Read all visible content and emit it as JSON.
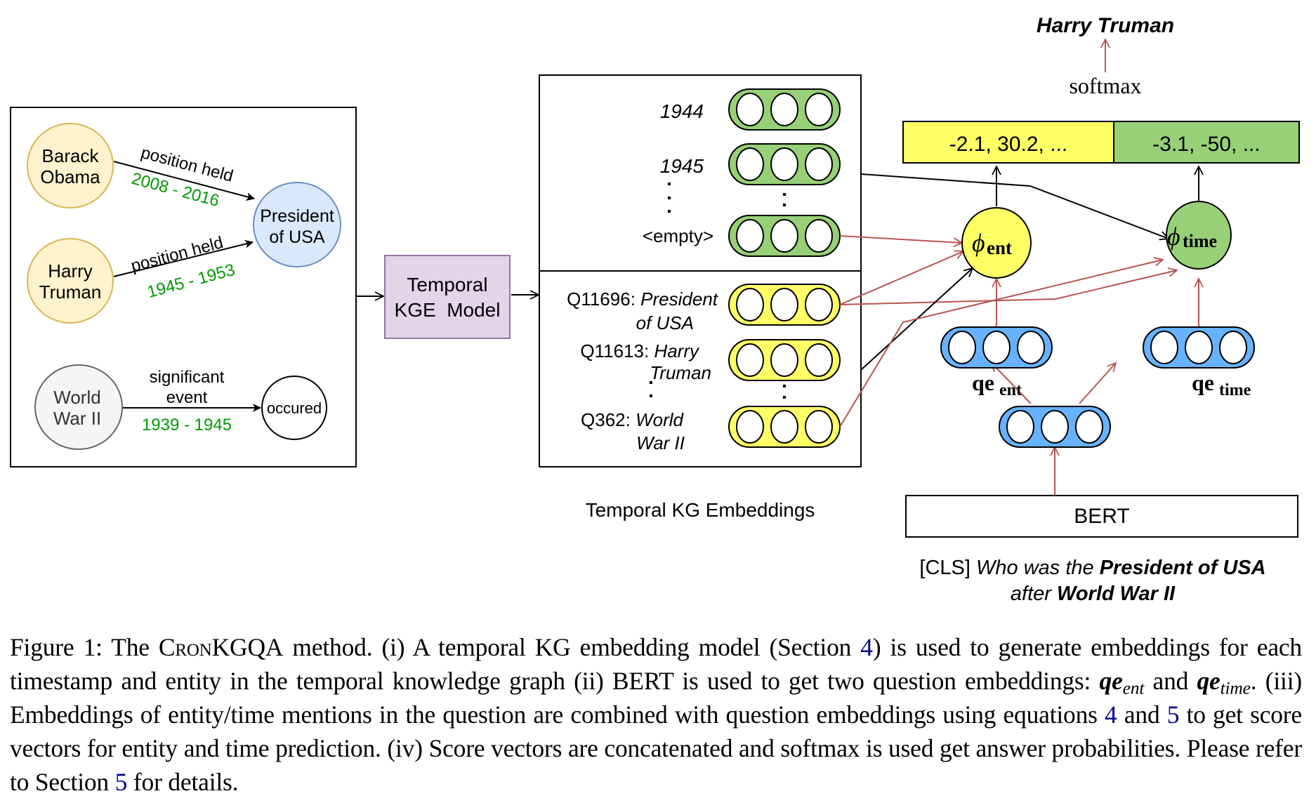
{
  "kg_panel": {
    "nodes": {
      "obama": {
        "line1": "Barack",
        "line2": "Obama"
      },
      "truman": {
        "line1": "Harry",
        "line2": "Truman"
      },
      "president": {
        "line1": "President",
        "line2": "of USA"
      },
      "wwii": {
        "line1": "World",
        "line2": "War II"
      },
      "occured": {
        "label": "occured"
      }
    },
    "edges": {
      "obama_relation": "position held",
      "obama_time": "2008 - 2016",
      "truman_relation": "position held",
      "truman_time": "1945 - 1953",
      "wwii_relation_line1": "significant",
      "wwii_relation_line2": "event",
      "wwii_time": "1939 - 1945"
    }
  },
  "kge_model": {
    "line1": "Temporal",
    "line2": "KGE  Model"
  },
  "embeddings_panel": {
    "caption": "Temporal KG Embeddings",
    "time_rows": [
      {
        "label": "1944"
      },
      {
        "label": "1945"
      },
      {
        "label": "<empty>"
      }
    ],
    "entity_rows": [
      {
        "id": "Q11696:",
        "name_line1": "President",
        "name_line2": "of USA"
      },
      {
        "id": "Q11613:",
        "name_line1": "Harry",
        "name_line2": "Truman"
      },
      {
        "id": "Q362:",
        "name_line1": "World",
        "name_line2": "War II"
      }
    ],
    "ellipsis": ":"
  },
  "scoring": {
    "answer": "Harry Truman",
    "softmax": "softmax",
    "entity_scores": "-2.1, 30.2, ...",
    "time_scores": "-3.1, -50, ...",
    "phi_ent": {
      "symbol": "ϕ",
      "sub": "ent"
    },
    "phi_time": {
      "symbol": "ϕ",
      "sub": "time"
    },
    "qe_ent": {
      "base": "qe",
      "sub": "ent"
    },
    "qe_time": {
      "base": "qe",
      "sub": "time"
    },
    "bert": "BERT",
    "question": {
      "cls": "[CLS] ",
      "part1": "Who was the ",
      "bold1": "President of USA",
      "part2": "after ",
      "bold2": "World War II"
    }
  },
  "colors": {
    "entity_node_fill": "#fff2cc",
    "entity_node_stroke": "#d6b656",
    "president_fill": "#dae8fc",
    "president_stroke": "#6c8ebf",
    "wwii_fill": "#f5f5f5",
    "wwii_stroke": "#666666",
    "time_green": "#009900",
    "kge_fill": "#e1d5e7",
    "kge_stroke": "#9673a6",
    "time_emb": "#97d077",
    "entity_emb": "#ffff66",
    "question_emb": "#66b2ff",
    "red_arrow": "#b85450",
    "link_blue": "#00008b"
  },
  "caption": {
    "prefix": "Figure 1: The ",
    "method_sc": "CronKGQA",
    "t1": " method.  (i) A temporal KG embedding model (Section ",
    "ref1": "4",
    "t2": ") is used to generate embeddings for each timestamp and entity in the temporal knowledge graph (ii) BERT is used to get two question embeddings: ",
    "qe": "qe",
    "sub_ent": "ent",
    "t3": " and ",
    "sub_time": "time",
    "t4": ". (iii) Embeddings of entity/time mentions in the question are combined with question embeddings using equations ",
    "ref2": "4",
    "t5": " and ",
    "ref3": "5",
    "t6": " to get score vectors for entity and time prediction. (iv) Score vectors are concatenated and softmax is used get answer probabilities. Please refer to Section ",
    "ref4": "5",
    "t7": " for details."
  }
}
